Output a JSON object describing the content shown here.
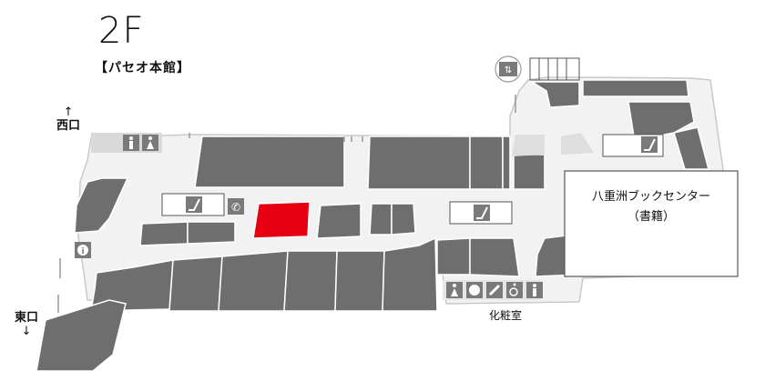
{
  "header": {
    "floor": "2F",
    "building": "【パセオ本館】"
  },
  "exits": {
    "west": "西口",
    "east": "東口",
    "north_arrow": "↑",
    "south_arrow": "↓"
  },
  "stores": {
    "bookstore_name": "八重洲ブックセンター",
    "bookstore_category": "（書籍）"
  },
  "facilities": {
    "restroom_label": "化粧室"
  },
  "colors": {
    "shop": "#6e6e6e",
    "shop_border": "#ffffff",
    "highlight": "#e60012",
    "corridor": "#efefef",
    "corridor_line": "#c8c8c8",
    "service": "#dedede",
    "icon_bg": "#7a7a7a"
  },
  "icons": [
    "restroom-men-icon",
    "restroom-women-icon",
    "elevator-icon",
    "escalator-icon",
    "telephone-icon",
    "information-icon",
    "baby-care-icon",
    "diaper-change-icon",
    "wheelchair-icon"
  ]
}
